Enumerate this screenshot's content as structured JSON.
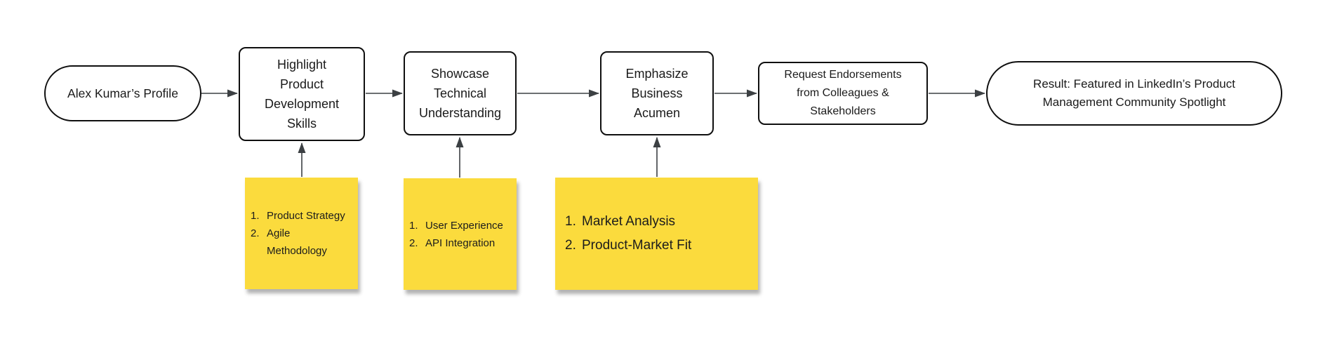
{
  "diagram": {
    "start_node": {
      "label": "Alex Kumar’s Profile"
    },
    "steps": [
      {
        "label": "Highlight\nProduct\nDevelopment\nSkills"
      },
      {
        "label": "Showcase\nTechnical\nUnderstanding"
      },
      {
        "label": "Emphasize\nBusiness\nAcumen"
      },
      {
        "label": "Request Endorsements\nfrom Colleagues &\nStakeholders"
      }
    ],
    "result_node": {
      "label": "Result: Featured in LinkedIn’s Product\nManagement Community Spotlight"
    },
    "sticky_notes": [
      {
        "items": [
          {
            "num": "1.",
            "text": "Product Strategy"
          },
          {
            "num": "2.",
            "text": "Agile Methodology"
          }
        ]
      },
      {
        "items": [
          {
            "num": "1.",
            "text": "User Experience"
          },
          {
            "num": "2.",
            "text": "API Integration"
          }
        ]
      },
      {
        "items": [
          {
            "num": "1.",
            "text": "Market Analysis"
          },
          {
            "num": "2.",
            "text": "Product-Market Fit"
          }
        ]
      }
    ],
    "colors": {
      "sticky_yellow": "#FBDB3D",
      "node_border": "#0F0F0F",
      "arrow": "#3C4043",
      "text": "#1A1A1A",
      "background": "#FFFFFF"
    }
  }
}
